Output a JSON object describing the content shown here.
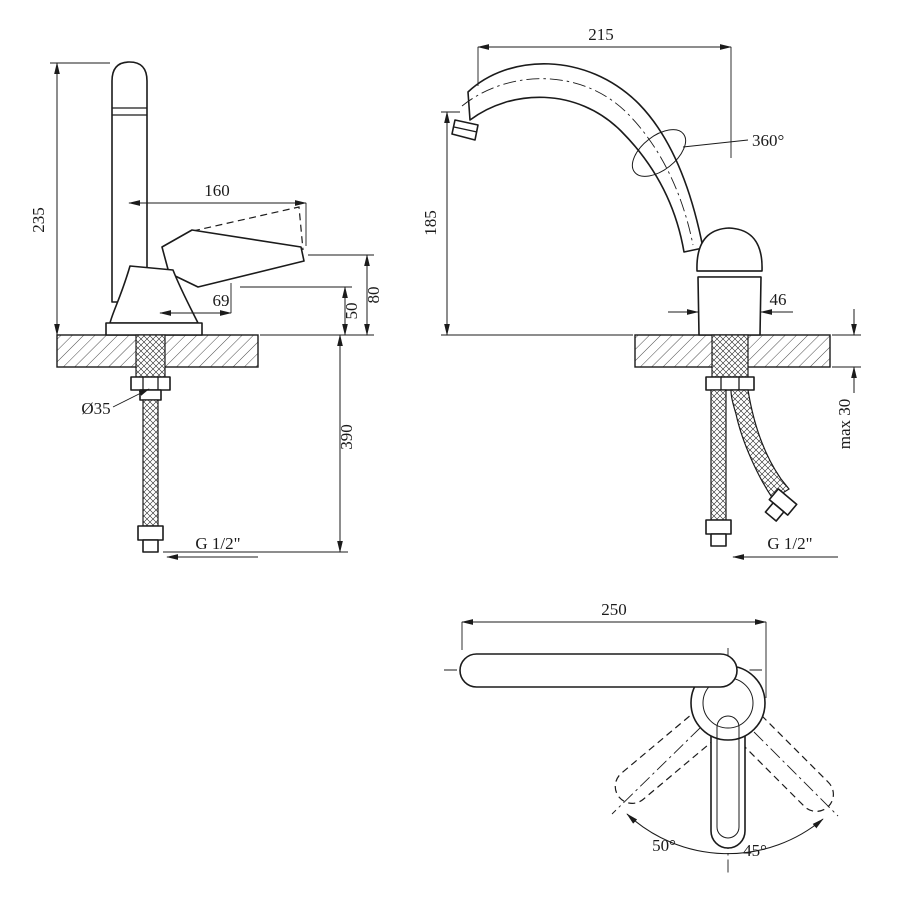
{
  "page": {
    "background": "#ffffff",
    "line_color": "#1b1b1b"
  },
  "views": {
    "side": {
      "name": "side-view",
      "dims": {
        "total_height": "235",
        "handle_reach": "160",
        "handle_offset": "69",
        "spout_height": "50",
        "handle_height": "80",
        "hose_length": "390",
        "thread_diameter": "Ø35",
        "connection": "G 1/2\""
      }
    },
    "front": {
      "name": "front-view",
      "dims": {
        "spout_reach": "215",
        "swivel_angle": "360°",
        "spout_height": "185",
        "body_width": "46",
        "max_mount_thickness": "max 30",
        "connection": "G 1/2\""
      }
    },
    "top": {
      "name": "top-view",
      "dims": {
        "spout_length": "250",
        "swing_left": "50°",
        "swing_right": "45°"
      }
    }
  }
}
